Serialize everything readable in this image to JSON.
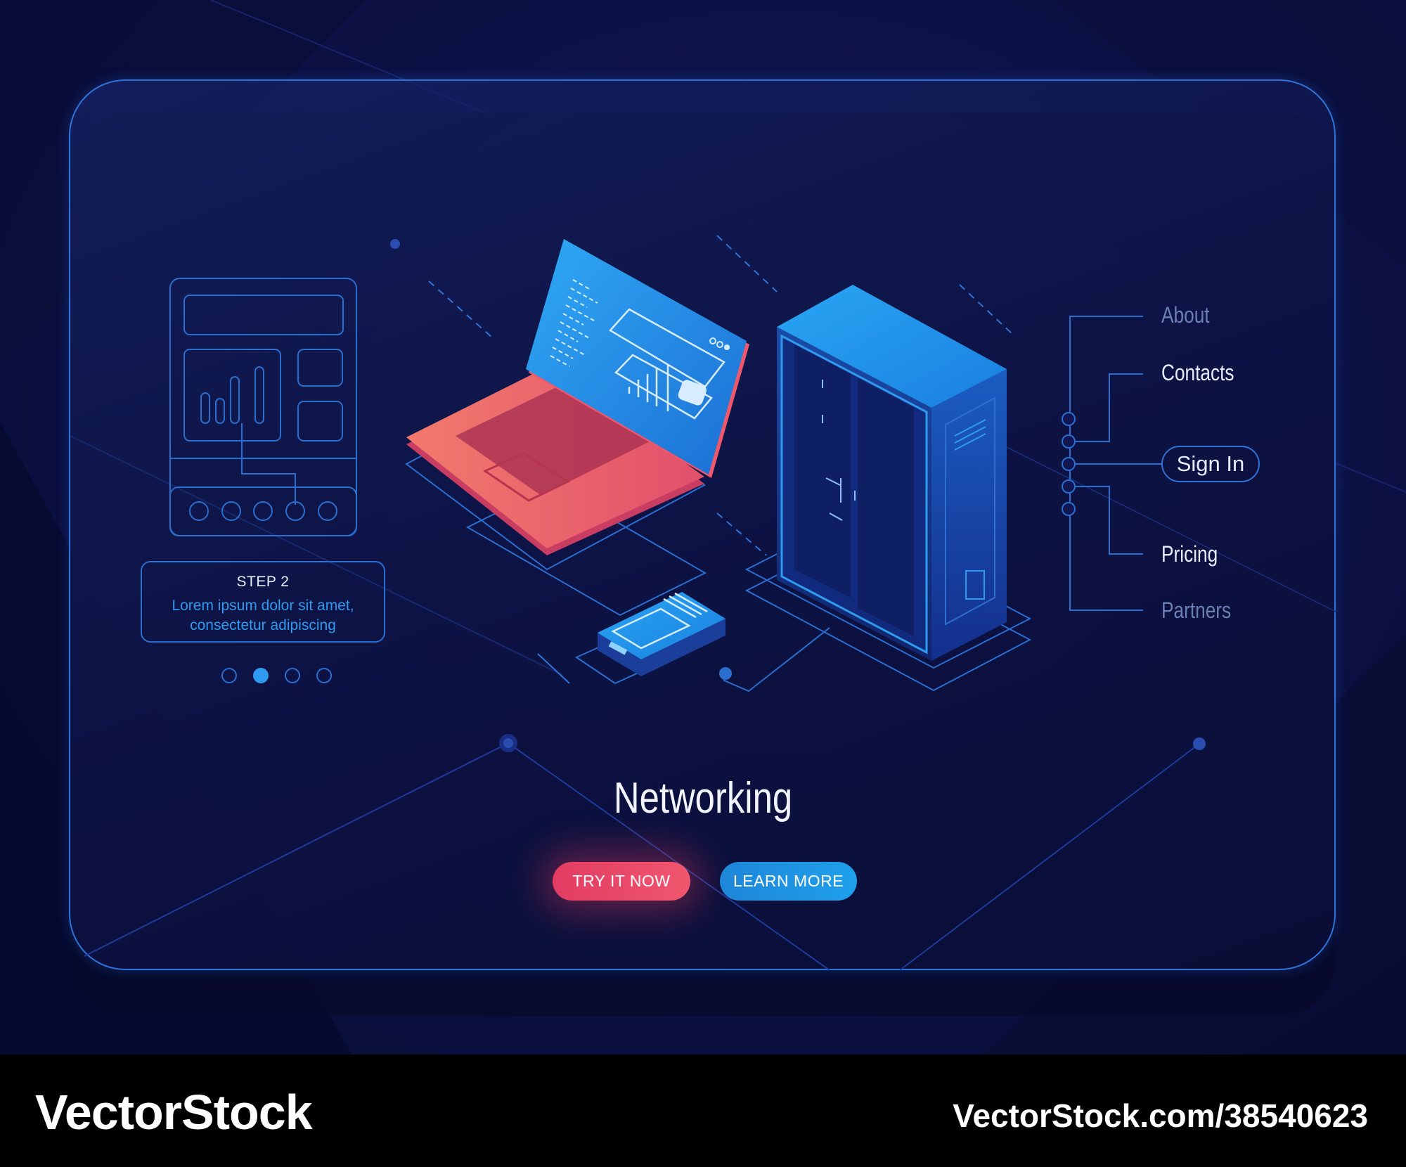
{
  "step_card": {
    "title": "STEP 2",
    "text": "Lorem ipsum dolor sit amet, consectetur adipiscing",
    "active_step": 2,
    "total_steps": 4
  },
  "nav": {
    "about": "About",
    "contacts": "Contacts",
    "sign_in": "Sign In",
    "pricing": "Pricing",
    "partners": "Partners"
  },
  "hero": {
    "title": "Networking",
    "try_button": "TRY IT NOW",
    "learn_button": "LEARN MORE"
  },
  "footer": {
    "brand": "VectorStock",
    "url": "VectorStock.com/38540623"
  },
  "colors": {
    "accent_blue": "#2f9bf0",
    "accent_red": "#e23c63",
    "panel_border": "#2f73d8"
  }
}
